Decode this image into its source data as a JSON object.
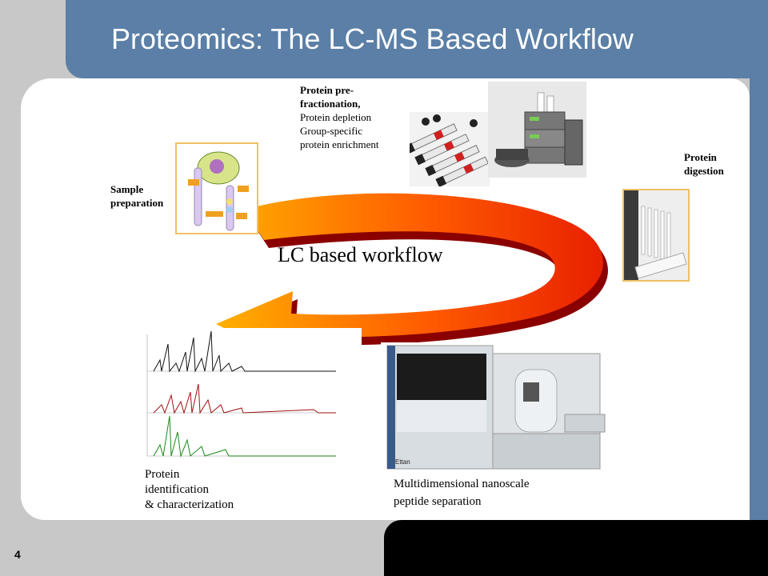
{
  "slide": {
    "title": "Proteomics: The LC-MS Based Workflow",
    "page_number": "4"
  },
  "labels": {
    "sample_preparation": [
      "Sample",
      "preparation"
    ],
    "prefractionation_bold": [
      "Protein pre-",
      "fractionation,"
    ],
    "prefractionation_rest": [
      "Protein depletion",
      "Group-specific",
      "protein enrichment"
    ],
    "protein_digestion": [
      "Protein",
      "digestion"
    ],
    "identification": [
      "Protein",
      "identification",
      "& characterization"
    ],
    "separation": [
      "Multidimensional nanoscale",
      "peptide separation"
    ]
  },
  "center_label": "LC based workflow",
  "instrument_brand": "Ettan",
  "colors": {
    "header_blue": "#5b7fa6",
    "arrow_red": "#e82000",
    "arrow_orange": "#ffb000",
    "spectrum_black": "#111111",
    "spectrum_red": "#a01010",
    "spectrum_green": "#1a8a1a"
  }
}
